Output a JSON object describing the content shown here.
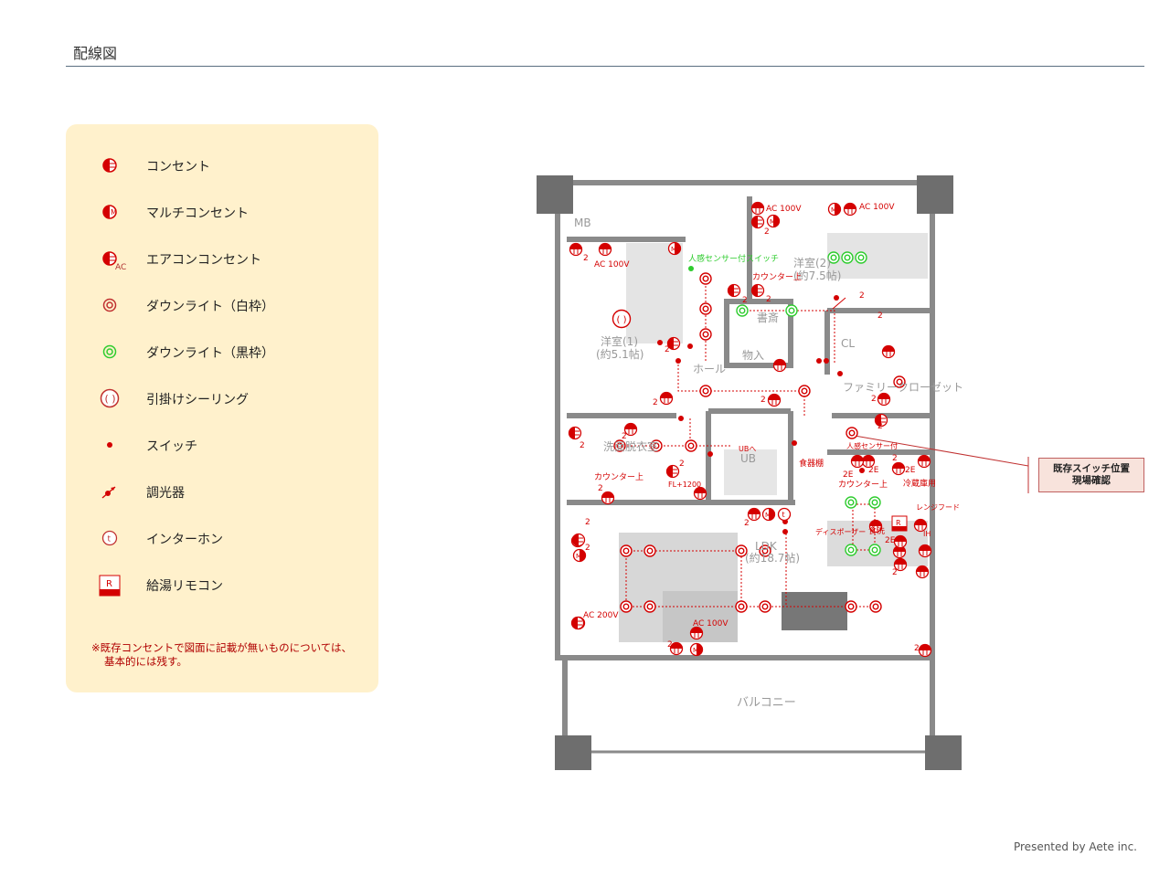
{
  "header": {
    "title": "配線図"
  },
  "legend": {
    "items": [
      {
        "icon": "outlet-icon",
        "label": "コンセント"
      },
      {
        "icon": "multi-outlet-icon",
        "label": "マルチコンセント"
      },
      {
        "icon": "aircon-outlet-icon",
        "label": "エアコンコンセント",
        "icon_text": "AC"
      },
      {
        "icon": "downlight-white-icon",
        "label": "ダウンライト（白枠）"
      },
      {
        "icon": "downlight-black-icon",
        "label": "ダウンライト（黒枠）"
      },
      {
        "icon": "ceiling-hook-icon",
        "label": "引掛けシーリング"
      },
      {
        "icon": "switch-icon",
        "label": "スイッチ"
      },
      {
        "icon": "dimmer-icon",
        "label": "調光器"
      },
      {
        "icon": "intercom-icon",
        "label": "インターホン",
        "icon_text": "t"
      },
      {
        "icon": "water-heater-remote-icon",
        "label": "給湯リモコン",
        "icon_text": "R"
      }
    ],
    "note_line1": "※既存コンセントで図面に記載が無いものについては、",
    "note_line2": "基本的には残す。"
  },
  "plan": {
    "rooms": {
      "mb": "MB",
      "western1": "洋室(1)",
      "western1_size": "(約5.1帖)",
      "western2": "洋室(2)",
      "western2_size": "(約7.5帖)",
      "study": "書斎",
      "storage": "物入",
      "hall": "ホール",
      "family_closet": "ファミリークローゼット",
      "washroom": "洗面脱衣室",
      "ub": "UB",
      "ldk": "LDK",
      "ldk_size": "(約18.7帖)",
      "balcony": "バルコニー",
      "cl": "CL"
    },
    "annotations": {
      "ac100_1": "AC 100V",
      "ac100_2": "AC 100V",
      "ac100_3": "AC 100V",
      "ac100_4": "AC 100V",
      "ac200": "AC 200V",
      "sensor_switch": "人感センサー付スイッチ",
      "counter_top_1": "カウンター上",
      "counter_top_2": "カウンター上",
      "counter_top_3": "カウンター上",
      "to_ub": "UBへ",
      "fl1200": "FL+1200",
      "sensor": "人感センサー付",
      "dish_shelf": "食器棚",
      "fridge": "冷蔵庫用",
      "range_hood": "レンジフード",
      "disposer": "ディスポーザー",
      "dishwasher": "食洗",
      "ih": "IH",
      "remote_r": "R",
      "intercom_t": "t",
      "multi_m": "M",
      "two": "2",
      "two_e": "2E"
    },
    "callout": {
      "line1": "既存スイッチ位置",
      "line2": "現場確認"
    }
  },
  "footer": {
    "text": "Presented by  Aete inc."
  },
  "colors": {
    "red": "#d40000",
    "green": "#2ecc2e",
    "wall": "#8a8a8a",
    "legend_bg": "#fff1cc"
  }
}
